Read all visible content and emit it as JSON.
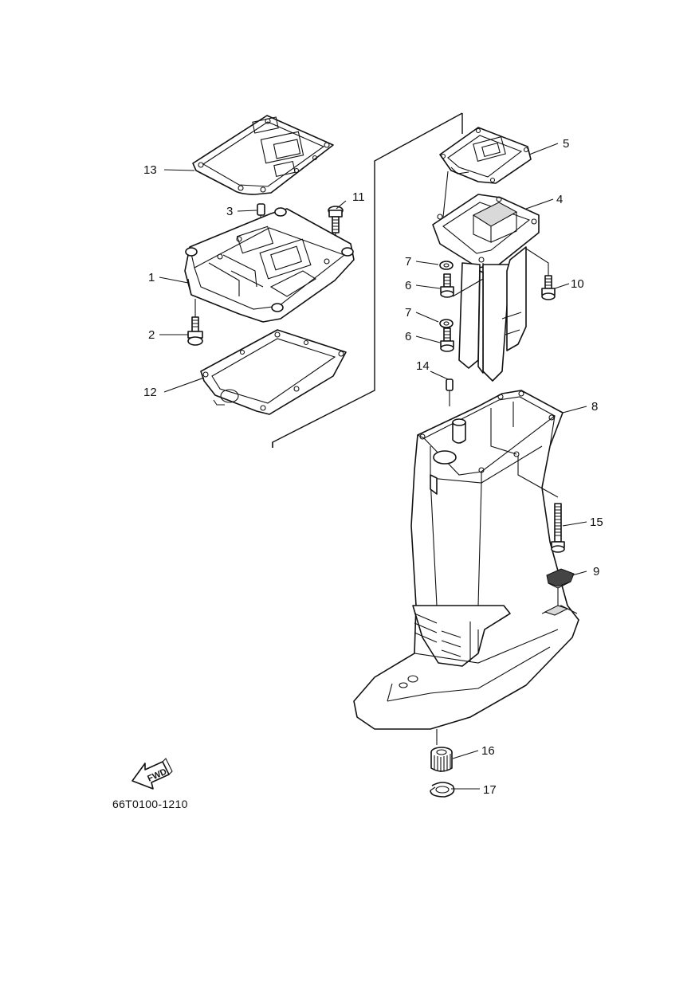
{
  "diagram": {
    "part_code": "66T0100-1210",
    "fwd_label": "FWD",
    "callouts": [
      {
        "id": "c1",
        "text": "1"
      },
      {
        "id": "c2",
        "text": "2"
      },
      {
        "id": "c3",
        "text": "3"
      },
      {
        "id": "c4",
        "text": "4"
      },
      {
        "id": "c5",
        "text": "5"
      },
      {
        "id": "c6a",
        "text": "6"
      },
      {
        "id": "c6b",
        "text": "6"
      },
      {
        "id": "c7a",
        "text": "7"
      },
      {
        "id": "c7b",
        "text": "7"
      },
      {
        "id": "c8",
        "text": "8"
      },
      {
        "id": "c9",
        "text": "9"
      },
      {
        "id": "c10",
        "text": "10"
      },
      {
        "id": "c11",
        "text": "11"
      },
      {
        "id": "c12",
        "text": "12"
      },
      {
        "id": "c13",
        "text": "13"
      },
      {
        "id": "c14",
        "text": "14"
      },
      {
        "id": "c15",
        "text": "15"
      },
      {
        "id": "c16",
        "text": "16"
      },
      {
        "id": "c17",
        "text": "17"
      }
    ]
  }
}
